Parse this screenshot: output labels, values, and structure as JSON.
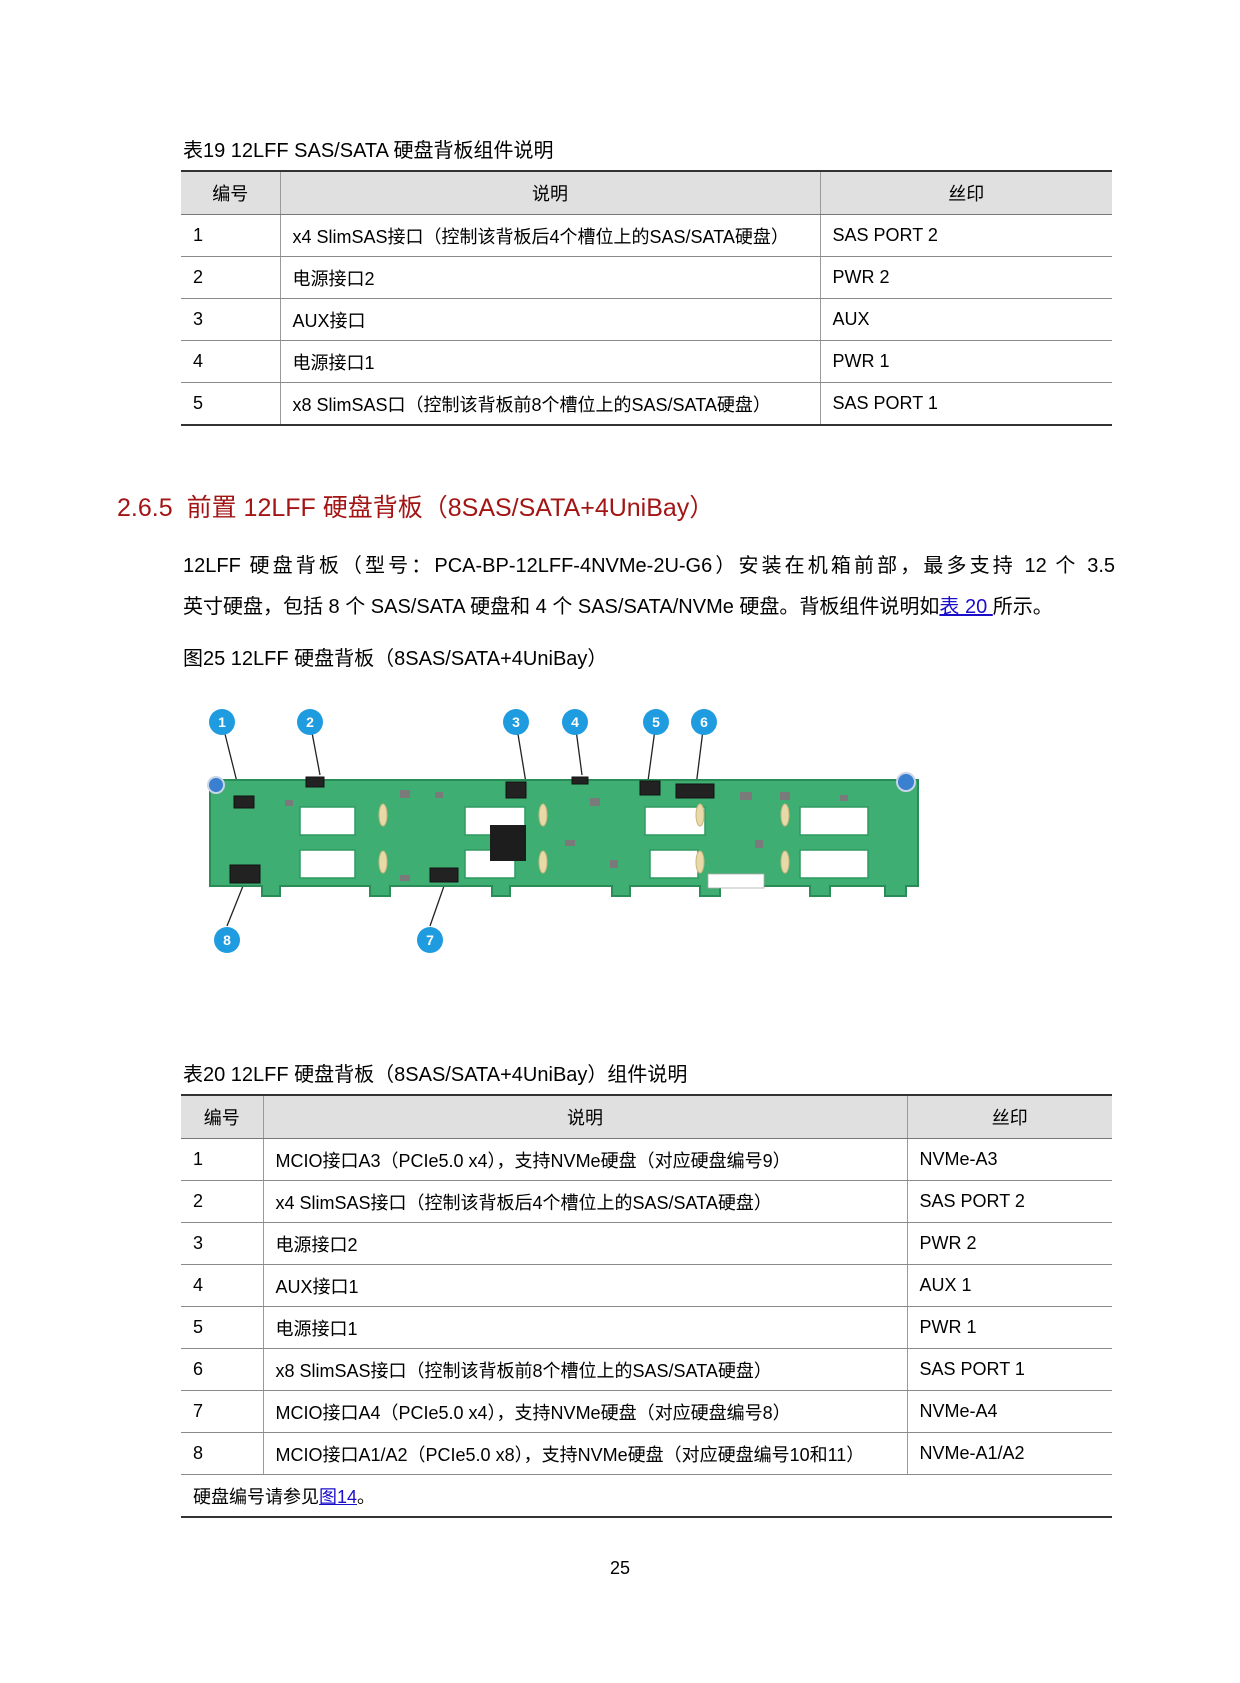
{
  "table19": {
    "caption": "表19 12LFF SAS/SATA 硬盘背板组件说明",
    "headers": [
      "编号",
      "说明",
      "丝印"
    ],
    "rows": [
      [
        "1",
        "x4 SlimSAS接口（控制该背板后4个槽位上的SAS/SATA硬盘）",
        "SAS PORT 2"
      ],
      [
        "2",
        "电源接口2",
        "PWR 2"
      ],
      [
        "3",
        "AUX接口",
        "AUX"
      ],
      [
        "4",
        "电源接口1",
        "PWR 1"
      ],
      [
        "5",
        "x8 SlimSAS口（控制该背板前8个槽位上的SAS/SATA硬盘）",
        "SAS PORT 1"
      ]
    ]
  },
  "section": {
    "number": "2.6.5",
    "title": "前置 12LFF 硬盘背板（8SAS/SATA+4UniBay）"
  },
  "paragraph": {
    "line1": "12LFF 硬盘背板（型号：PCA-BP-12LFF-4NVMe-2U-G6）安装在机箱前部，最多支持 12 个 3.5",
    "line2_before": "英寸硬盘，包括 8 个 SAS/SATA 硬盘和 4 个 SAS/SATA/NVMe 硬盘。背板组件说明如",
    "line2_link": "表 20 ",
    "line2_after": "所示。"
  },
  "figure": {
    "caption": "图25 12LFF 硬盘背板（8SAS/SATA+4UniBay）",
    "callouts": [
      "1",
      "2",
      "3",
      "4",
      "5",
      "6",
      "7",
      "8"
    ],
    "board_color": "#3fae72",
    "callout_color": "#1f9be0"
  },
  "table20": {
    "caption": "表20 12LFF 硬盘背板（8SAS/SATA+4UniBay）组件说明",
    "headers": [
      "编号",
      "说明",
      "丝印"
    ],
    "rows": [
      [
        "1",
        "MCIO接口A3（PCIe5.0 x4），支持NVMe硬盘（对应硬盘编号9）",
        "NVMe-A3"
      ],
      [
        "2",
        "x4 SlimSAS接口（控制该背板后4个槽位上的SAS/SATA硬盘）",
        "SAS PORT 2"
      ],
      [
        "3",
        "电源接口2",
        "PWR 2"
      ],
      [
        "4",
        "AUX接口1",
        "AUX 1"
      ],
      [
        "5",
        "电源接口1",
        "PWR 1"
      ],
      [
        "6",
        "x8 SlimSAS接口（控制该背板前8个槽位上的SAS/SATA硬盘）",
        "SAS PORT 1"
      ],
      [
        "7",
        "MCIO接口A4（PCIe5.0 x4），支持NVMe硬盘（对应硬盘编号8）",
        "NVMe-A4"
      ],
      [
        "8",
        "MCIO接口A1/A2（PCIe5.0 x8），支持NVMe硬盘（对应硬盘编号10和11）",
        "NVMe-A1/A2"
      ]
    ],
    "note_before": "硬盘编号请参见",
    "note_link": "图14",
    "note_after": "。"
  },
  "page_number": "25"
}
